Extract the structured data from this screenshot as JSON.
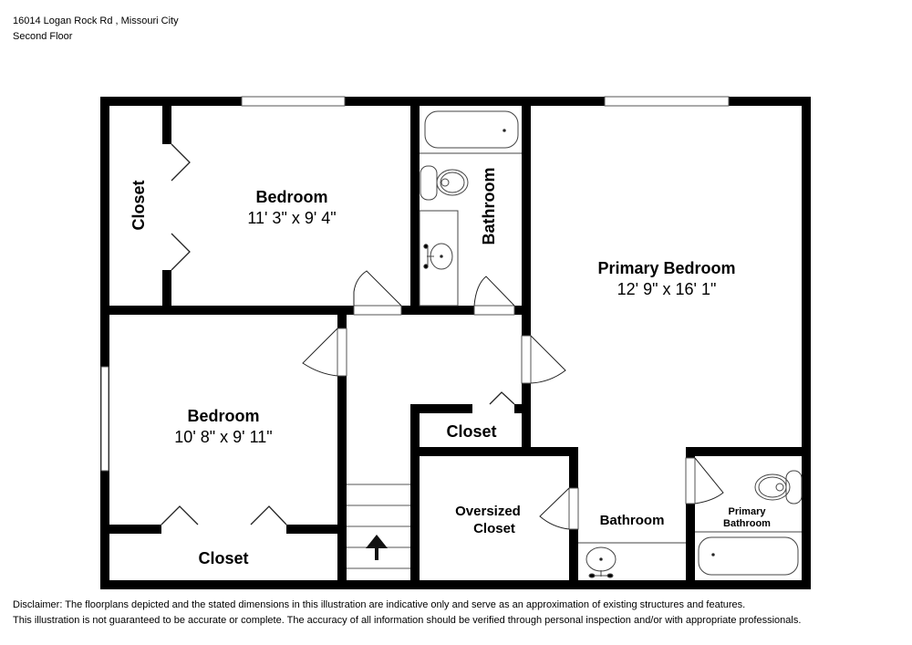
{
  "header": {
    "address": "16014 Logan Rock Rd , Missouri City",
    "floor": "Second Floor"
  },
  "rooms": {
    "bedroom_top": {
      "name": "Bedroom",
      "dims": "11' 3\" x 9' 4\""
    },
    "closet_left": {
      "name": "Closet"
    },
    "bathroom_top": {
      "name": "Bathroom"
    },
    "primary_bedroom": {
      "name": "Primary Bedroom",
      "dims": "12' 9\" x 16' 1\""
    },
    "bedroom_bottom": {
      "name": "Bedroom",
      "dims": "10' 8\" x 9' 11\""
    },
    "closet_bottom": {
      "name": "Closet"
    },
    "closet_hall": {
      "name": "Closet"
    },
    "oversized_closet": {
      "line1": "Oversized",
      "line2": "Closet"
    },
    "bathroom_bottom": {
      "name": "Bathroom"
    },
    "primary_bathroom": {
      "line1": "Primary",
      "line2": "Bathroom"
    }
  },
  "icons": {
    "stairs": "stairs-up-arrow-icon"
  },
  "disclaimer": {
    "line1": "Disclaimer: The floorplans depicted and the stated dimensions in this illustration are indicative only and serve as an approximation of existing structures and features.",
    "line2": "This illustration is not guaranteed to be accurate or complete. The accuracy of all information should be verified through personal inspection and/or with appropriate professionals."
  },
  "colors": {
    "wall": "#000000",
    "background": "#ffffff",
    "fixture_line": "#444444"
  }
}
